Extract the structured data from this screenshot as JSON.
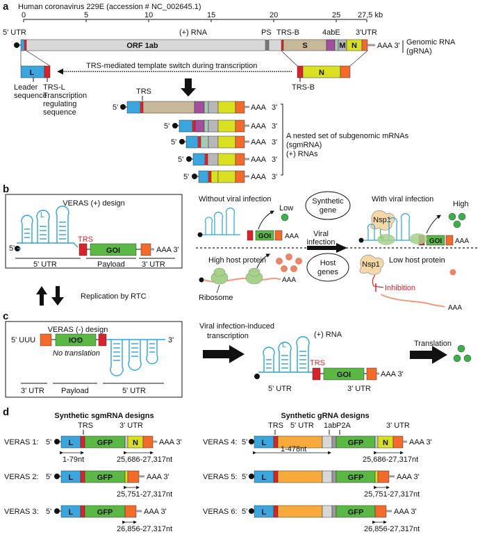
{
  "colors": {
    "leader": "#3aa6dd",
    "trs": "#d8232a",
    "orf1ab": "#d8d8d8",
    "spike": "#c8b89a",
    "accessory": "#a34fa0",
    "envelope": "#a8c8b8",
    "membrane": "#b8b8b8",
    "nucleocapsid": "#d8e021",
    "utr3": "#f26b2a",
    "gfp": "#5cb845",
    "orange_utr": "#f7a93b",
    "tail": "#999999",
    "stemloop": "#2aa3dc",
    "mrna_line": "#f0987a",
    "ribosome": "#a8d08d",
    "nsp1": "#f5d8a8",
    "protein_dot_green": "#3cb04a",
    "protein_dot_orange": "#e8856a"
  },
  "a": {
    "label": "a",
    "title": "Human coronavirus 229E (accession # NC_002645.1)",
    "axis_ticks": [
      "0",
      "5",
      "10",
      "15",
      "20",
      "25",
      "27,5 kb"
    ],
    "utr5": "5' UTR",
    "plus_rna": "(+) RNA",
    "ps": "PS",
    "trsb_top": "TRS-B",
    "four_ab_e": "4abE",
    "utr3": "3'UTR",
    "orf1ab": "ORF 1ab",
    "s": "S",
    "m": "M",
    "n": "N",
    "aaa3": "AAA  3'",
    "genomic_rna": "Genomic RNA",
    "grna": "(gRNA)",
    "l": "L",
    "template_switch": "TRS-mediated template switch during transcription",
    "n2": "N",
    "leader1": "Leader",
    "leader2": "sequence",
    "trsl1": "TRS-L",
    "trsl2": "Transcription",
    "trsl3": "regulating",
    "trsl4": "sequence",
    "trsb_right": "TRS-B",
    "trs": "TRS",
    "five": "5'",
    "aaa": "AAA",
    "three": "3'",
    "nested1": "A nested set of subgenomic mRNAs",
    "nested2": "(sgmRNA)",
    "nested3": "(+) RNAs"
  },
  "b": {
    "label": "b",
    "design": "VERAS (+) design",
    "l": "L",
    "trs": "TRS",
    "goi": "GOI",
    "aaa3": "AAA  3'",
    "five": "5'",
    "utr5": "5' UTR",
    "payload": "Payload",
    "utr3": "3' UTR",
    "without": "Without viral infection",
    "low": "Low",
    "synthetic1": "Synthetic",
    "synthetic2": "gene",
    "with": "With viral infection",
    "high": "High",
    "nsp1": "Nsp1",
    "goi2": "GOI",
    "aaa": "AAA",
    "viral1": "Viral",
    "viral2": "infection",
    "high_host": "High host protein",
    "host1": "Host",
    "host2": "genes",
    "low_host": "Low host protein",
    "ribosome": "Ribosome",
    "inhibition": "Inhibition",
    "replication": "Replication by RTC"
  },
  "c": {
    "label": "c",
    "design": "VERAS (-) design",
    "uuu": "5' UUU",
    "goi_rev": "GOI",
    "three": "3'",
    "no_translation": "No translation",
    "utr3": "3' UTR",
    "payload": "Payload",
    "utr5": "5' UTR",
    "induced1": "Viral infection-induced",
    "induced2": "transcription",
    "plus_rna": "(+) RNA",
    "l": "L",
    "trs": "TRS",
    "goi": "GOI",
    "aaa3": "AAA  3'",
    "utr5b": "5' UTR",
    "utr3b": "3' UTR",
    "translation": "Translation"
  },
  "d": {
    "label": "d",
    "sgmrna_title": "Synthetic sgmRNA designs",
    "grna_title": "Synthetic gRNA designs",
    "trs": "TRS",
    "utr3": "3' UTR",
    "utr5": "5' UTR",
    "ab1": "1ab",
    "p2a": "P2A",
    "five": "5'",
    "aaa3": "AAA  3'",
    "l": "L",
    "gfp": "GFP",
    "n": "N",
    "v1": "VERAS 1:",
    "v2": "VERAS 2:",
    "v3": "VERAS 3:",
    "v4": "VERAS 4:",
    "v5": "VERAS 5:",
    "v6": "VERAS 6:",
    "r1_79": "1-79nt",
    "r25686": "25,686-27,317nt",
    "r25751": "25,751-27,317nt",
    "r26856": "26,856-27,317nt",
    "r1_478": "1-478nt"
  }
}
